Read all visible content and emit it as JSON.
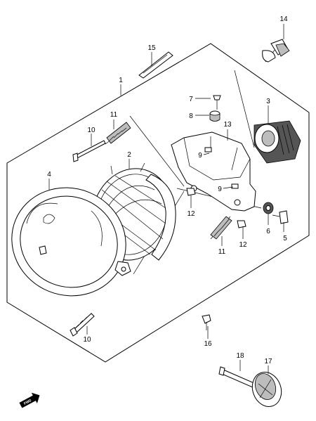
{
  "parts": [
    {
      "id": "p1",
      "label": "1"
    },
    {
      "id": "p2",
      "label": "2"
    },
    {
      "id": "p3",
      "label": "3"
    },
    {
      "id": "p4",
      "label": "4"
    },
    {
      "id": "p5",
      "label": "5"
    },
    {
      "id": "p6",
      "label": "6"
    },
    {
      "id": "p7",
      "label": "7"
    },
    {
      "id": "p8",
      "label": "8"
    },
    {
      "id": "p9a",
      "label": "9"
    },
    {
      "id": "p9b",
      "label": "9"
    },
    {
      "id": "p10a",
      "label": "10"
    },
    {
      "id": "p10b",
      "label": "10"
    },
    {
      "id": "p11a",
      "label": "11"
    },
    {
      "id": "p11b",
      "label": "11"
    },
    {
      "id": "p12a",
      "label": "12"
    },
    {
      "id": "p12b",
      "label": "12"
    },
    {
      "id": "p13",
      "label": "13"
    },
    {
      "id": "p14",
      "label": "14"
    },
    {
      "id": "p15",
      "label": "15"
    },
    {
      "id": "p16",
      "label": "16"
    },
    {
      "id": "p17",
      "label": "17"
    },
    {
      "id": "p18",
      "label": "18"
    }
  ],
  "direction_indicator": {
    "text": "FWD",
    "icon": "forward-arrow-icon"
  }
}
